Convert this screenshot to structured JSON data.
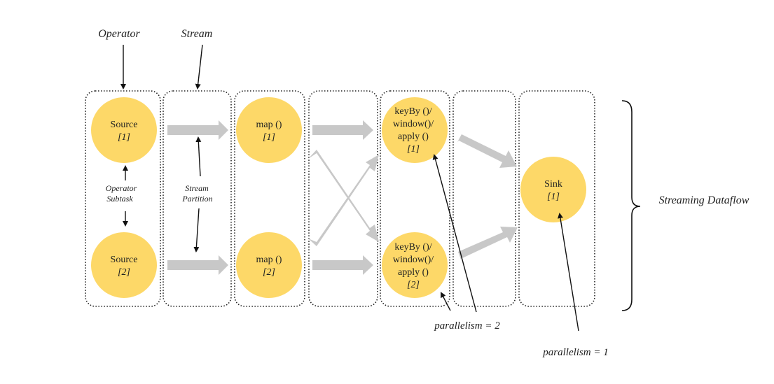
{
  "labels": {
    "operator": "Operator",
    "stream": "Stream",
    "operator_subtask_line1": "Operator",
    "operator_subtask_line2": "Subtask",
    "stream_partition_line1": "Stream",
    "stream_partition_line2": "Partition",
    "streaming_dataflow": "Streaming Dataflow",
    "parallelism_2": "parallelism = 2",
    "parallelism_1": "parallelism = 1"
  },
  "nodes": {
    "source1": {
      "line1": "Source",
      "index": "[1]"
    },
    "source2": {
      "line1": "Source",
      "index": "[2]"
    },
    "map1": {
      "line1": "map  ()",
      "index": "[1]"
    },
    "map2": {
      "line1": "map  ()",
      "index": "[2]"
    },
    "keyby1": {
      "line1": "keyBy  ()/",
      "line2": "window()/",
      "line3": "apply  ()",
      "index": "[1]"
    },
    "keyby2": {
      "line1": "keyBy  ()/",
      "line2": "window()/",
      "line3": "apply  ()",
      "index": "[2]"
    },
    "sink1": {
      "line1": "Sink",
      "index": "[1]"
    }
  },
  "colors": {
    "node_fill": "#fdd868",
    "stream_arrow": "#c8c8c8",
    "outline": "#222222"
  }
}
